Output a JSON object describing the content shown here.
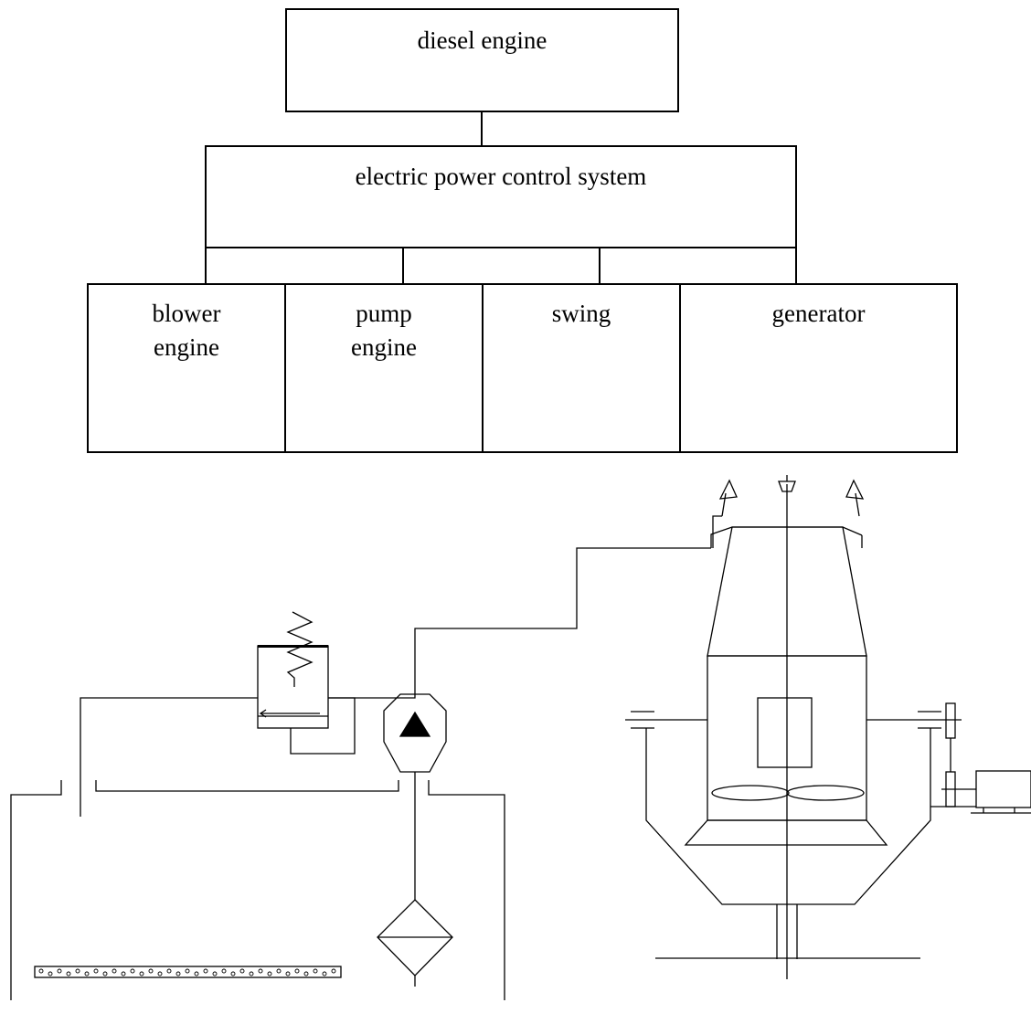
{
  "diagram": {
    "top_box": {
      "label": "diesel engine"
    },
    "control_box": {
      "label": "electric power control system"
    },
    "children": [
      {
        "line1": "blower",
        "line2": "engine"
      },
      {
        "line1": "pump",
        "line2": "engine"
      },
      {
        "line1": "swing",
        "line2": ""
      },
      {
        "line1": "generator",
        "line2": ""
      }
    ]
  },
  "icons": {
    "relief_valve": "relief-valve-icon",
    "pump": "hydraulic-pump-icon",
    "filter": "filter-icon",
    "tank": "tank-icon",
    "vessel": "vessel-icon"
  },
  "colors": {
    "stroke": "#000000",
    "background": "#ffffff"
  }
}
